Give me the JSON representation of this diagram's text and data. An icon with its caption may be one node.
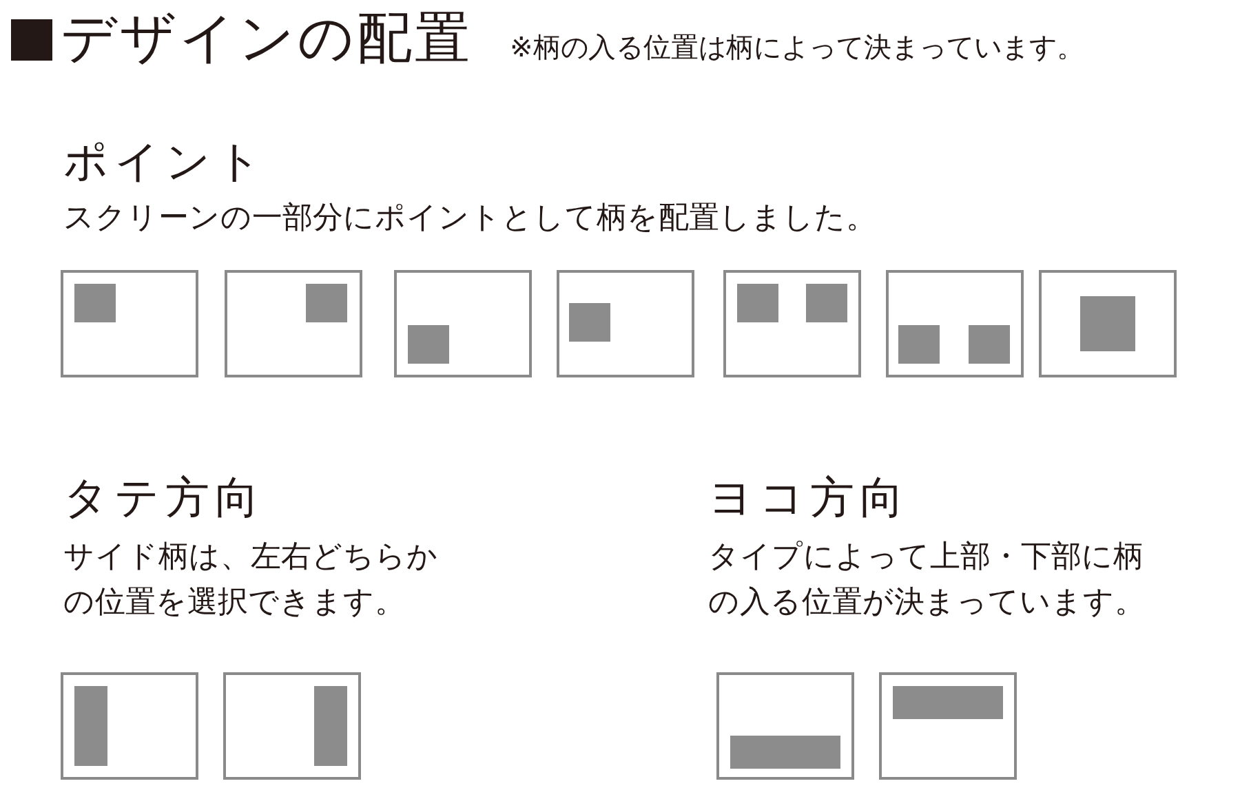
{
  "diagram": {
    "title": "デザインの配置",
    "nodes": [
      {
        "text": [],
        "shape": "box"
      },
      {
        "text": [],
        "shape": "box",
        "in": 0
      },
      {
        "text": [],
        "shape": "box"
      },
      {
        "text": [],
        "shape": "box",
        "in": 2
      },
      {
        "text": [],
        "shape": "box"
      },
      {
        "text": [],
        "shape": "box",
        "in": 4
      },
      {
        "text": [],
        "shape": "box"
      },
      {
        "text": [],
        "shape": "box",
        "in": 6
      },
      {
        "text": [],
        "shape": "box"
      },
      {
        "text": [],
        "shape": "box",
        "in": 8
      },
      {
        "text": [],
        "shape": "box",
        "in": 8
      },
      {
        "text": [],
        "shape": "box"
      },
      {
        "text": [],
        "shape": "box",
        "in": 11
      },
      {
        "text": [],
        "shape": "box",
        "in": 11
      },
      {
        "text": [],
        "shape": "box"
      },
      {
        "text": [],
        "shape": "box",
        "in": 14
      },
      {
        "text": [],
        "shape": "box"
      },
      {
        "text": [],
        "shape": "box",
        "in": 16
      },
      {
        "text": [],
        "shape": "box"
      },
      {
        "text": [],
        "shape": "box",
        "in": 18
      },
      {
        "text": [],
        "shape": "box"
      },
      {
        "text": [],
        "shape": "box",
        "in": 20
      },
      {
        "text": [],
        "shape": "box"
      },
      {
        "text": [],
        "shape": "box",
        "in": 22
      }
    ],
    "labels": [
      "※柄の入る位置は柄によって決まっています。",
      "ポイント",
      "スクリーンの一部分にポイントとして柄を配置しました。",
      "タテ方向",
      "サイド柄は、左右どちらかの位置を選択できます。",
      "ヨコ方向",
      "タイプによって上部・下部に柄の入る位置が決まっています。"
    ]
  }
}
